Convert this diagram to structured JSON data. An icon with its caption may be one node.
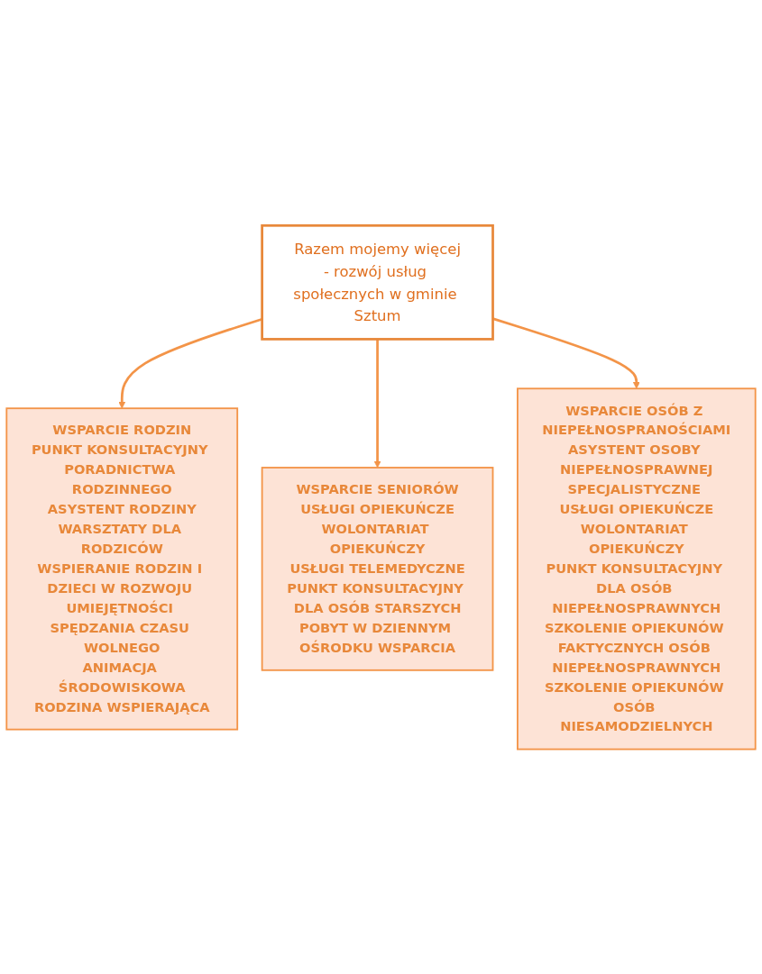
{
  "diagram": {
    "nodes": [
      {
        "text": [
          "Razem mojemy więcej",
          "- rozwój usług społecznych w gminie Sztum"
        ]
      },
      {
        "text": [
          "WSPARCIE RODZIN",
          "PUNKT KONSULTACYJNY PORADNICTWA RODZINNEGO",
          "ASYSTENT RODZINY",
          "WARSZTATY DLA RODZICÓW",
          "WSPIERANIE RODZIN I DZIECI W ROZWOJU UMIEJĘTNOŚCI SPĘDZANIA CZASU WOLNEGO",
          "ANIMACJA ŚRODOWISKOWA",
          "RODZINA WSPIERAJĄCA"
        ]
      },
      {
        "text": [
          "WSPARCIE SENIORÓW",
          "USŁUGI OPIEKUŃCZE",
          "WOLONTARIAT OPIEKUŃCZY",
          "USŁUGI TELEMEDYCZNE",
          "PUNKT KONSULTACYJNY DLA OSÓB STARSZYCH",
          "POBYT W DZIENNYM OŚRODKU WSPARCIA"
        ]
      },
      {
        "text": [
          "WSPARCIE OSÓB Z NIEPEŁNOSPRANOŚCIAMI",
          "ASYSTENT OSOBY NIEPEŁNOSPRAWNEJ",
          "SPECJALISTYCZNE USŁUGI OPIEKUŃCZE",
          "WOLONTARIAT OPIEKUŃCZY",
          "PUNKT KONSULTACYJNY DLA OSÓB NIEPEŁNOSPRAWNYCH",
          "SZKOLENIE OPIEKUNÓW FAKTYCZNYCH OSÓB NIEPEŁNOSPRAWNYCH",
          "SZKOLENIE OPIEKUNÓW OSÓB NIESAMODZIELNYCH"
        ]
      }
    ],
    "edges": [
      {
        "from": 0,
        "to": 1,
        "arrow": "to"
      },
      {
        "from": 0,
        "to": 2,
        "arrow": "to"
      },
      {
        "from": 0,
        "to": 3,
        "arrow": "to"
      }
    ]
  }
}
